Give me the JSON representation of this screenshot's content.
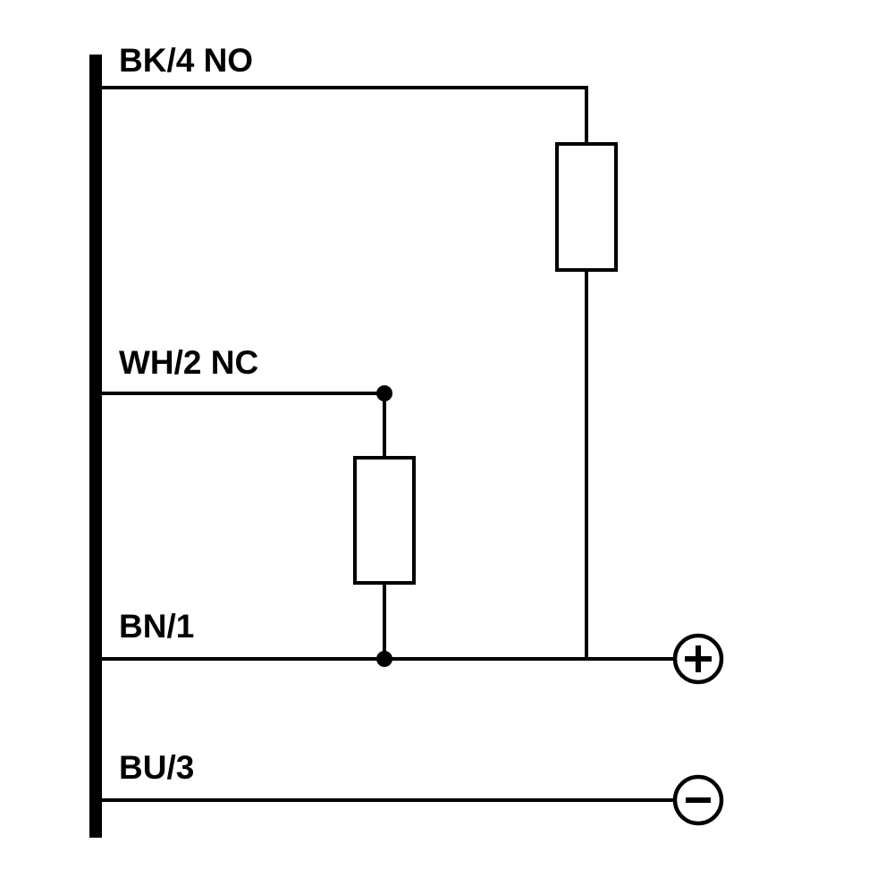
{
  "diagram": {
    "line_color": "#000000",
    "background_color": "#ffffff",
    "labels": {
      "bk4": "BK/4 NO",
      "wh2": "WH/2 NC",
      "bn1": "BN/1",
      "bu3": "BU/3"
    },
    "terminals": {
      "positive": "+",
      "negative": "−"
    }
  }
}
